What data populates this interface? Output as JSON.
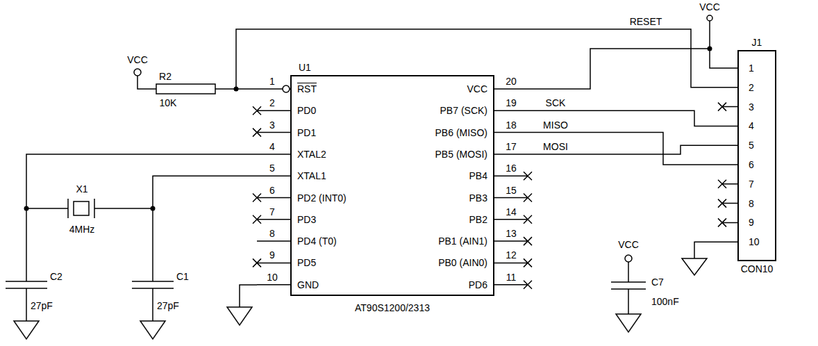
{
  "diagram": {
    "nodes": [
      {
        "text": [
          "U1",
          "AT90S1200/2313"
        ]
      },
      {
        "text": [
          "J1",
          "CON10"
        ]
      }
    ],
    "edges": [
      {
        "from": 0,
        "to": 1,
        "arrow": "none",
        "label": "RESET"
      },
      {
        "from": 0,
        "to": 1,
        "arrow": "none"
      },
      {
        "from": 0,
        "to": 1,
        "arrow": "none",
        "label": "SCK"
      },
      {
        "from": 0,
        "to": 1,
        "arrow": "none",
        "label": "MISO"
      },
      {
        "from": 0,
        "to": 1,
        "arrow": "none",
        "label": "MOSI"
      }
    ],
    "labels": [
      "VCC",
      "R2",
      "10K",
      "VCC",
      "VCC",
      "X1",
      "4MHz",
      "C2",
      "27pF",
      "C1",
      "27pF",
      "C7",
      "100nF",
      "1",
      "2",
      "3",
      "4",
      "5",
      "6",
      "7",
      "8",
      "9",
      "10",
      "20",
      "19",
      "18",
      "17",
      "16",
      "15",
      "14",
      "13",
      "12",
      "11",
      "RST",
      "PD0",
      "PD1",
      "XTAL2",
      "XTAL1",
      "PD2 (INT0)",
      "PD3",
      "PD4 (T0)",
      "PD5",
      "GND",
      "VCC",
      "PB7 (SCK)",
      "PB6 (MISO)",
      "PB5 (MOSI)",
      "PB4",
      "PB3",
      "PB2",
      "PB1 (AIN1)",
      "PB0 (AIN0)",
      "PD6",
      "1",
      "2",
      "3",
      "4",
      "5",
      "6",
      "7",
      "8",
      "9",
      "10"
    ]
  }
}
